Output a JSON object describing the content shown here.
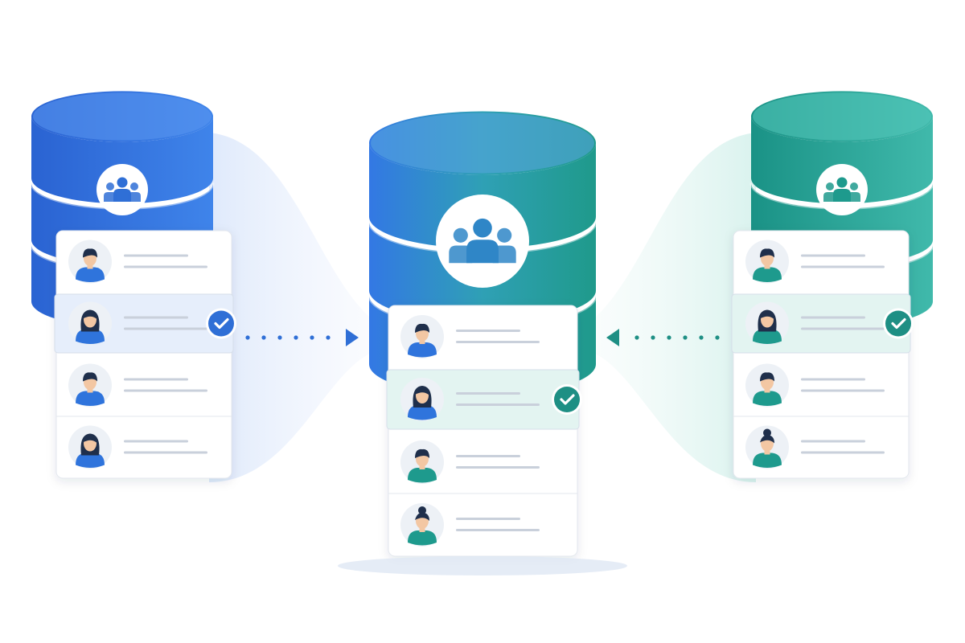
{
  "colors": {
    "background": "#ffffff",
    "blue_dark": "#2a63d2",
    "blue_light": "#4f8ff0",
    "teal_dark": "#1a9286",
    "teal_light": "#46c0b3",
    "check_blue": "#2f6fd6",
    "check_teal": "#1e8f84",
    "highlight_blue": "#e6eefb",
    "highlight_teal": "#e3f4f1",
    "line_gray": "#c9d0db",
    "card_border": "#e3e7ee",
    "avatar_bg": "#edf1f6",
    "skin": "#f3c7a3",
    "hair": "#1f2f4b"
  },
  "databases": [
    {
      "id": "left",
      "icon": "users-group-icon",
      "theme": "blue",
      "records": [
        {
          "avatar": "male-user-icon",
          "shirt": "#2f74dc",
          "selected": false
        },
        {
          "avatar": "female-user-icon",
          "shirt": "#2f74dc",
          "selected": true
        },
        {
          "avatar": "male-user-icon",
          "shirt": "#2f74dc",
          "selected": false
        },
        {
          "avatar": "female-user-icon",
          "shirt": "#2f74dc",
          "selected": false
        }
      ]
    },
    {
      "id": "center",
      "icon": "users-group-icon",
      "theme": "gradient",
      "records": [
        {
          "avatar": "male-user-icon",
          "shirt": "#2f74dc",
          "selected": false
        },
        {
          "avatar": "female-user-icon",
          "shirt": "#2f74dc",
          "selected": true
        },
        {
          "avatar": "male-user-icon",
          "shirt": "#1e9a8d",
          "selected": false
        },
        {
          "avatar": "female-bun-user-icon",
          "shirt": "#1e9a8d",
          "selected": false
        }
      ]
    },
    {
      "id": "right",
      "icon": "users-group-icon",
      "theme": "teal",
      "records": [
        {
          "avatar": "male-user-icon",
          "shirt": "#1e9a8d",
          "selected": false
        },
        {
          "avatar": "female-user-icon",
          "shirt": "#1e9a8d",
          "selected": true
        },
        {
          "avatar": "male-user-icon",
          "shirt": "#1e9a8d",
          "selected": false
        },
        {
          "avatar": "female-bun-user-icon",
          "shirt": "#1e9a8d",
          "selected": false
        }
      ]
    }
  ],
  "connectors": [
    {
      "from": "left",
      "to": "center",
      "style": "dotted-arrow",
      "color": "#2f6fd6"
    },
    {
      "from": "right",
      "to": "center",
      "style": "dotted-arrow",
      "color": "#1e8f84"
    }
  ]
}
